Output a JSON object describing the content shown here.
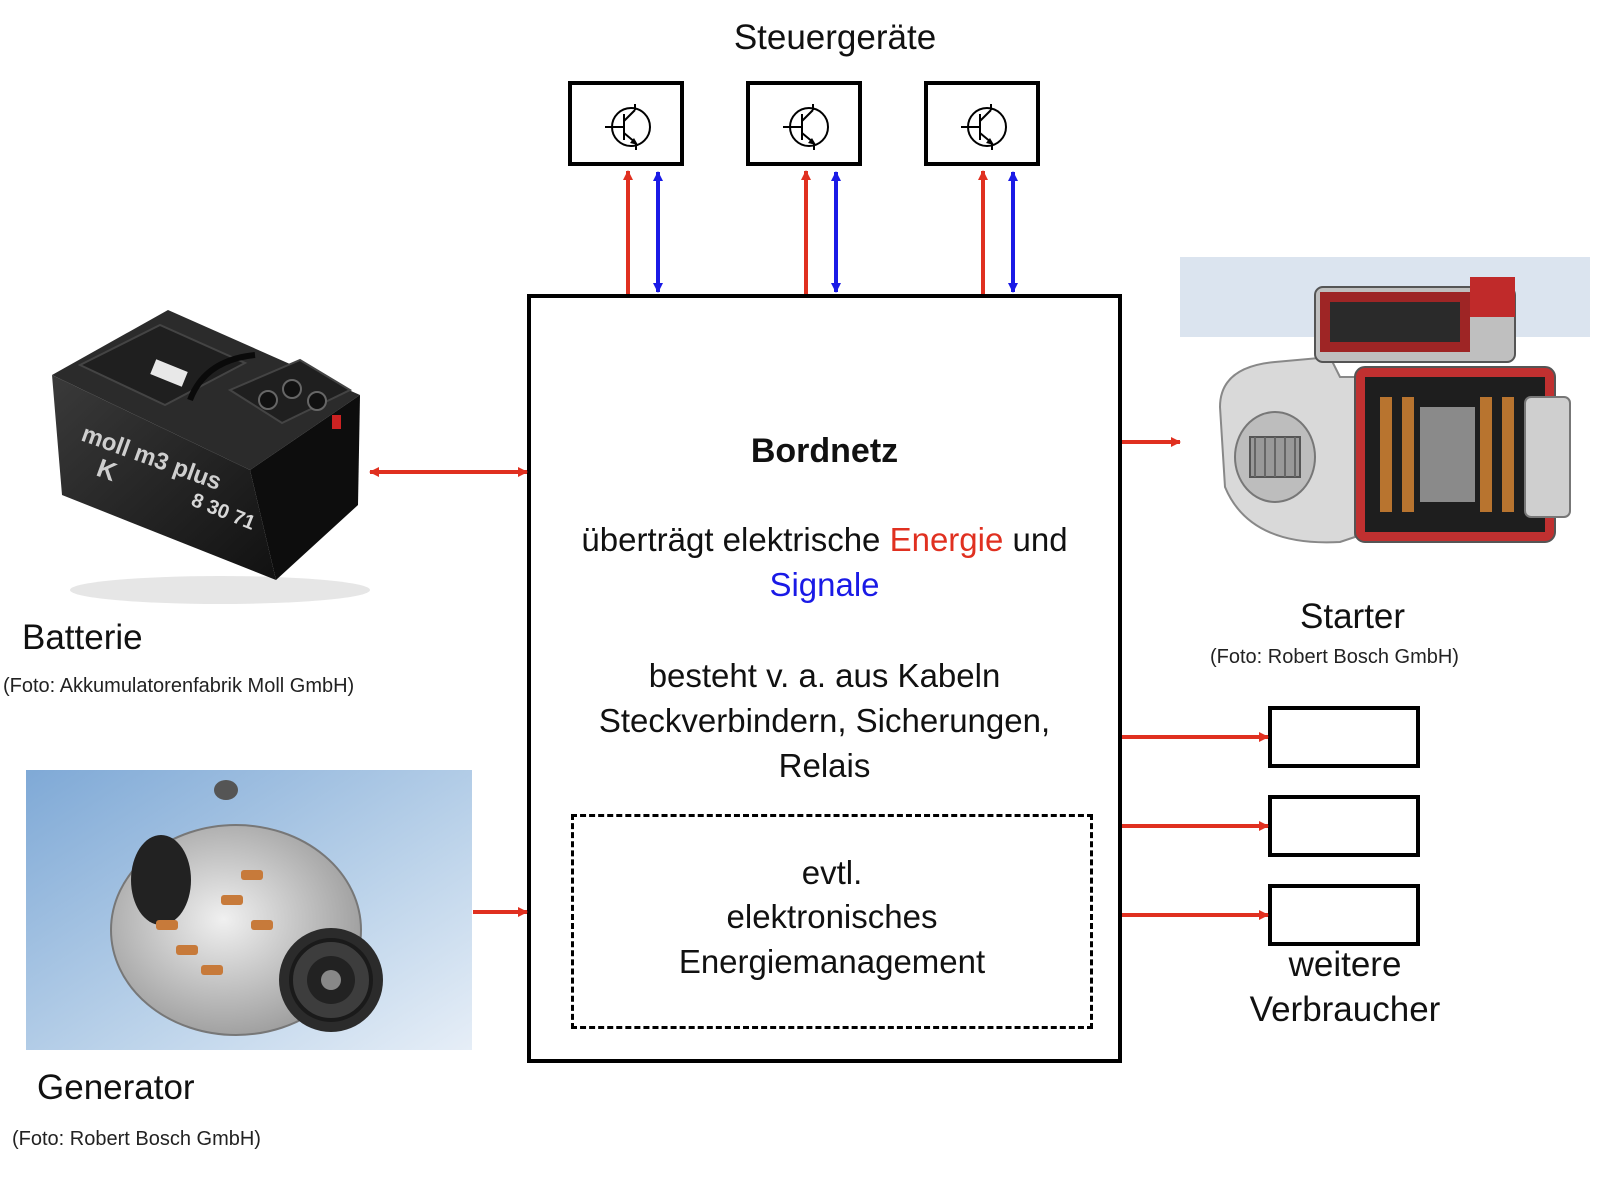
{
  "labels": {
    "steuergeraete": "Steuergeräte",
    "bordnetz_title": "Bordnetz",
    "line1_pre": "überträgt elektrische ",
    "line1_energy": "Energie",
    "line1_post": " und",
    "line2_signals": "Signale",
    "besteht_1": "besteht v. a. aus Kabeln",
    "besteht_2": "Steckverbindern, Sicherungen,",
    "besteht_3": "Relais",
    "evtl_1": "evtl.",
    "evtl_2": "elektronisches",
    "evtl_3": "Energiemanagement",
    "batterie": "Batterie",
    "batterie_credit": "(Foto: Akkumulatorenfabrik Moll GmbH)",
    "starter": "Starter",
    "starter_credit": "(Foto: Robert Bosch GmbH)",
    "generator": "Generator",
    "generator_credit": "(Foto: Robert Bosch GmbH)",
    "weitere_1": "weitere",
    "weitere_2": "Verbraucher"
  },
  "battery_logo": {
    "brand": "moll m3 plus",
    "code": "8 30 71",
    "letter": "K"
  },
  "colors": {
    "energy": "#e03020",
    "signal": "#1a1ae6",
    "border": "#000000"
  },
  "icons": {
    "ecu": "transistor-icon"
  }
}
